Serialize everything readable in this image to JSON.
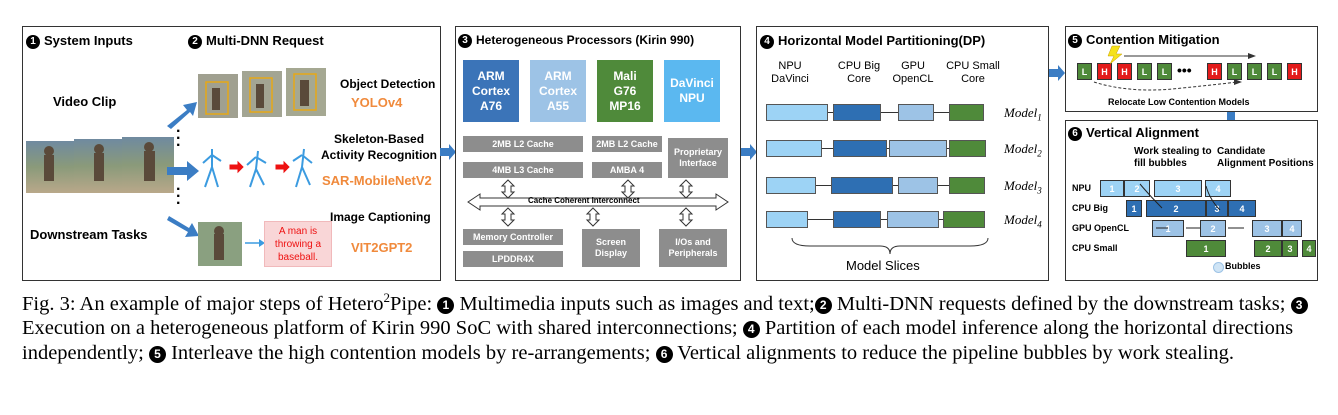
{
  "panel1": {
    "heading": "System Inputs",
    "heading_num": "1",
    "video_label": "Video Clip",
    "downstream_label": "Downstream Tasks"
  },
  "panel2": {
    "heading": "Multi-DNN Request",
    "heading_num": "2",
    "task1_label": "Object Detection",
    "task1_model": "YOLOv4",
    "task2_label_line1": "Skeleton-Based",
    "task2_label_line2": "Activity Recognition",
    "task2_model": "SAR-MobileNetV2",
    "task3_label": "Image Captioning",
    "task3_model": "VIT2GPT2",
    "caption_text_line1": "A man is",
    "caption_text_line2": "throwing a",
    "caption_text_line3": "baseball."
  },
  "panel3": {
    "heading": "Heterogeneous Processors (Kirin 990)",
    "heading_num": "3",
    "processors": [
      {
        "line1": "ARM",
        "line2": "Cortex",
        "line3": "A76",
        "color": "#3b74b8"
      },
      {
        "line1": "ARM",
        "line2": "Cortex",
        "line3": "A55",
        "color": "#9dc3e6"
      },
      {
        "line1": "Mali",
        "line2": "G76",
        "line3": "MP16",
        "color": "#4f8a3a"
      },
      {
        "line1": "DaVinci",
        "line2": "NPU",
        "line3": "",
        "color": "#5bb8f0"
      }
    ],
    "l2_cache_a": "2MB L2 Cache",
    "l2_cache_b": "2MB L2 Cache",
    "l3_cache": "4MB L3 Cache",
    "amba": "AMBA 4",
    "proprietary_line1": "Proprietary",
    "proprietary_line2": "Interface",
    "interconnect": "Cache Coherent Interconnect",
    "memory_controller": "Memory Controller",
    "lpddr": "LPDDR4X",
    "screen_line1": "Screen",
    "screen_line2": "Display",
    "io_line1": "I/Os and",
    "io_line2": "Peripherals"
  },
  "panel4": {
    "heading": "Horizontal Model Partitioning(DP)",
    "heading_num": "4",
    "col1_line1": "NPU",
    "col1_line2": "DaVinci",
    "col2_line1": "CPU Big",
    "col2_line2": "Core",
    "col3_line1": "GPU",
    "col3_line2": "OpenCL",
    "col4_line1": "CPU Small",
    "col4_line2": "Core",
    "model_word": "Model",
    "models": [
      "1",
      "2",
      "3",
      "4"
    ],
    "slices_label": "Model Slices",
    "colors": {
      "npu": "#9dd3f5",
      "cpu_big": "#2e6fb3",
      "gpu": "#9dc3e6",
      "cpu_small": "#4f8a3a"
    }
  },
  "panel5": {
    "heading": "Contention Mitigation",
    "heading_num": "5",
    "sequence": [
      "L",
      "H",
      "H",
      "L",
      "L",
      "...",
      "H",
      "L",
      "L",
      "L",
      "H"
    ],
    "relocate_label": "Relocate Low Contention Models",
    "colors": {
      "low": "#4f8a3a",
      "high": "#e31b1b"
    }
  },
  "panel6": {
    "heading": "Vertical Alignment",
    "heading_num": "6",
    "work_stealing_line1": "Work stealing to",
    "work_stealing_line2": "fill bubbles",
    "candidate_line1": "Candidate",
    "candidate_line2": "Alignment Positions",
    "rows": [
      "NPU",
      "CPU Big",
      "GPU OpenCL",
      "CPU Small"
    ],
    "bubbles_label": "Bubbles"
  },
  "caption": {
    "fig": "Fig. 3: An example of major steps of Hetero",
    "sup": "2",
    "rest_a": "Pipe: ",
    "n1": "1",
    "t1": " Multimedia inputs such as images and text;",
    "n2": "2",
    "t2": " Multi-DNN requests defined by the downstream tasks; ",
    "n3": "3",
    "t3": " Execution on a heterogeneous platform of Kirin 990 SoC with shared interconnections; ",
    "n4": "4",
    "t4": " Partition of each model inference along the horizontal directions independently; ",
    "n5": "5",
    "t5": " Interleave the high contention models by re-arrangements; ",
    "n6": "6",
    "t6": " Vertical alignments to reduce the pipeline bubbles by work stealing."
  }
}
